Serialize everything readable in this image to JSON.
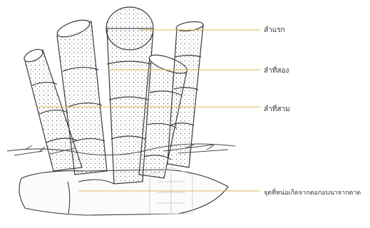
{
  "colors": {
    "leader_line": "#e3b55a",
    "ink": "#3a3a3a",
    "watermark": "#c9c9c9"
  },
  "labels": {
    "main_stem": "ลำแรก",
    "second_stem": "ลำที่สอง",
    "third_stem": "ลำที่สาม",
    "base_point": "จุดที่หน่อเกิดจากตอกอบนาจากตาด"
  }
}
